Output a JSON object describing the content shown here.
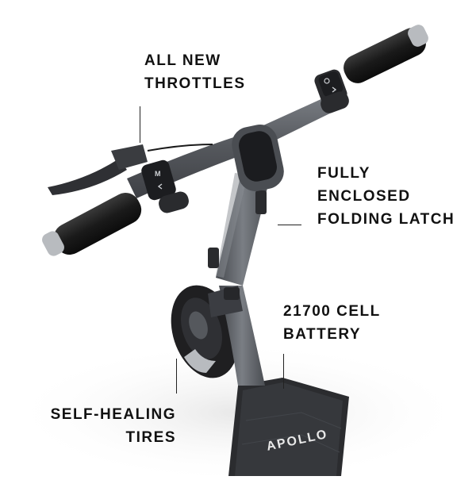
{
  "callouts": {
    "throttles": {
      "line1": "ALL NEW",
      "line2": "THROTTLES"
    },
    "latch": {
      "line1": "FULLY",
      "line2": "ENCLOSED",
      "line3": "FOLDING LATCH"
    },
    "battery": {
      "line1": "21700 CELL",
      "line2": "BATTERY"
    },
    "tires": {
      "line1": "SELF-HEALING",
      "line2": "TIRES"
    }
  },
  "product": {
    "brand": "APOLLO",
    "display_icon": "dashboard-display-icon",
    "throttle_buttons_right": [
      "power-icon",
      "chevron-right-icon"
    ],
    "throttle_buttons_left": [
      "mode-m-icon",
      "chevron-left-icon"
    ]
  },
  "colors": {
    "frame": "#5a5d62",
    "grip": "#1a1a1a",
    "deck": "#2b2c2f",
    "text": "#111111"
  }
}
